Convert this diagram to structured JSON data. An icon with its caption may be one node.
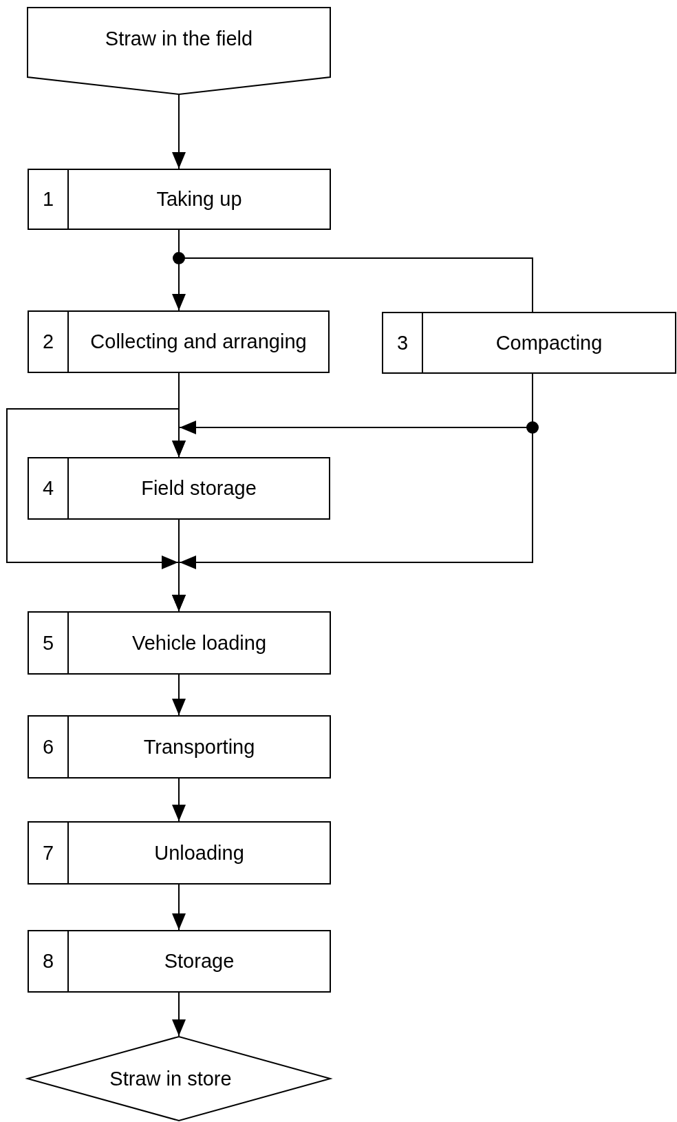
{
  "diagram": {
    "nodes": [
      {
        "text": [
          "Straw in the field"
        ]
      },
      {
        "text": [
          "1",
          "Taking up"
        ]
      },
      {
        "text": [
          "2",
          "Collecting and arranging"
        ]
      },
      {
        "text": [
          "3",
          "Compacting"
        ]
      },
      {
        "text": [
          "4",
          "Field storage"
        ]
      },
      {
        "text": [
          "5",
          "Vehicle loading"
        ]
      },
      {
        "text": [
          "6",
          "Transporting"
        ]
      },
      {
        "text": [
          "7",
          "Unloading"
        ]
      },
      {
        "text": [
          "8",
          "Storage"
        ]
      },
      {
        "text": [
          "Straw in store"
        ]
      }
    ],
    "edges": [
      {
        "from": 0,
        "to": 1,
        "arrow": "to"
      },
      {
        "from": 1,
        "to": 2,
        "arrow": "to"
      },
      {
        "from": 1,
        "to": 3,
        "arrow": "none"
      },
      {
        "from": 2,
        "to": 4,
        "arrow": "to"
      },
      {
        "from": 2,
        "to": 5,
        "arrow": "to"
      },
      {
        "from": 3,
        "to": 4,
        "arrow": "to"
      },
      {
        "from": 3,
        "to": 5,
        "arrow": "to"
      },
      {
        "from": 4,
        "to": 5,
        "arrow": "to"
      },
      {
        "from": 5,
        "to": 6,
        "arrow": "to"
      },
      {
        "from": 6,
        "to": 7,
        "arrow": "to"
      },
      {
        "from": 7,
        "to": 8,
        "arrow": "to"
      },
      {
        "from": 8,
        "to": 9,
        "arrow": "to"
      }
    ]
  }
}
